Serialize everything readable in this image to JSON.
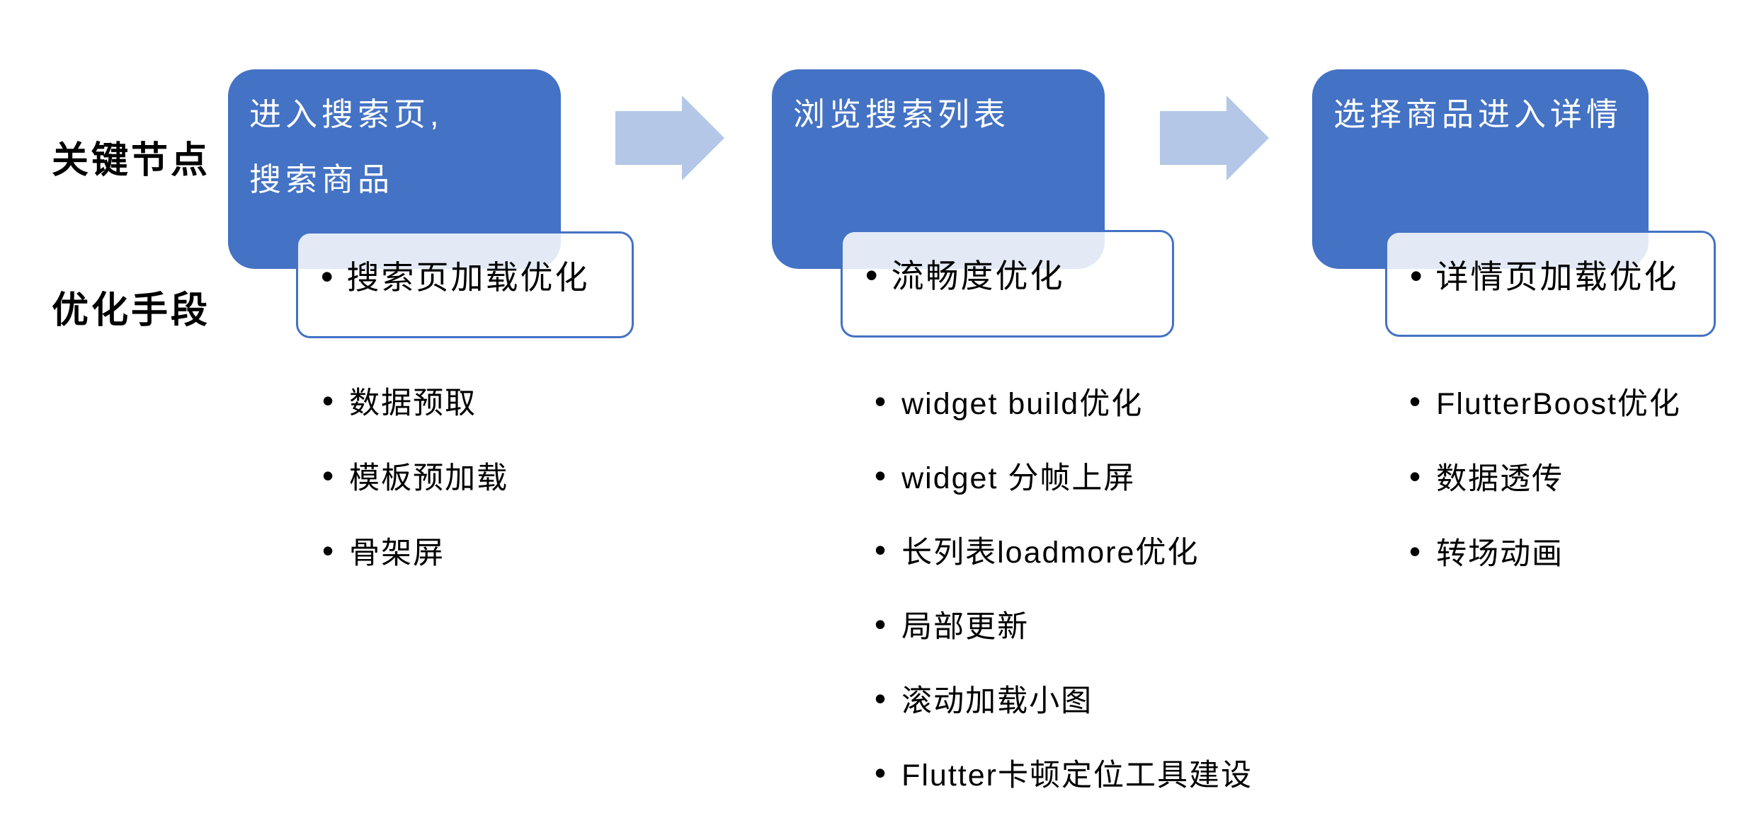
{
  "colors": {
    "node_fill": "#4472C4",
    "arrow_fill": "#B4C7E7",
    "box_border": "#4472C4",
    "text_dark": "#000000",
    "text_light": "#ffffff"
  },
  "bullet_char": "•",
  "row_labels": {
    "key_nodes": "关键节点",
    "optimization": "优化手段"
  },
  "columns": [
    {
      "node_title_line1": "进入搜索页,",
      "node_title_line2": "搜索商品",
      "optimization_box": "搜索页加载优化",
      "bullets": [
        "数据预取",
        "模板预加载",
        "骨架屏"
      ]
    },
    {
      "node_title": "浏览搜索列表",
      "optimization_box": "流畅度优化",
      "bullets": [
        "widget build优化",
        "widget 分帧上屏",
        "长列表loadmore优化",
        "局部更新",
        "滚动加载小图",
        "Flutter卡顿定位工具建设"
      ]
    },
    {
      "node_title": "选择商品进入详情",
      "optimization_box": "详情页加载优化",
      "bullets": [
        "FlutterBoost优化",
        "数据透传",
        "转场动画"
      ]
    }
  ]
}
